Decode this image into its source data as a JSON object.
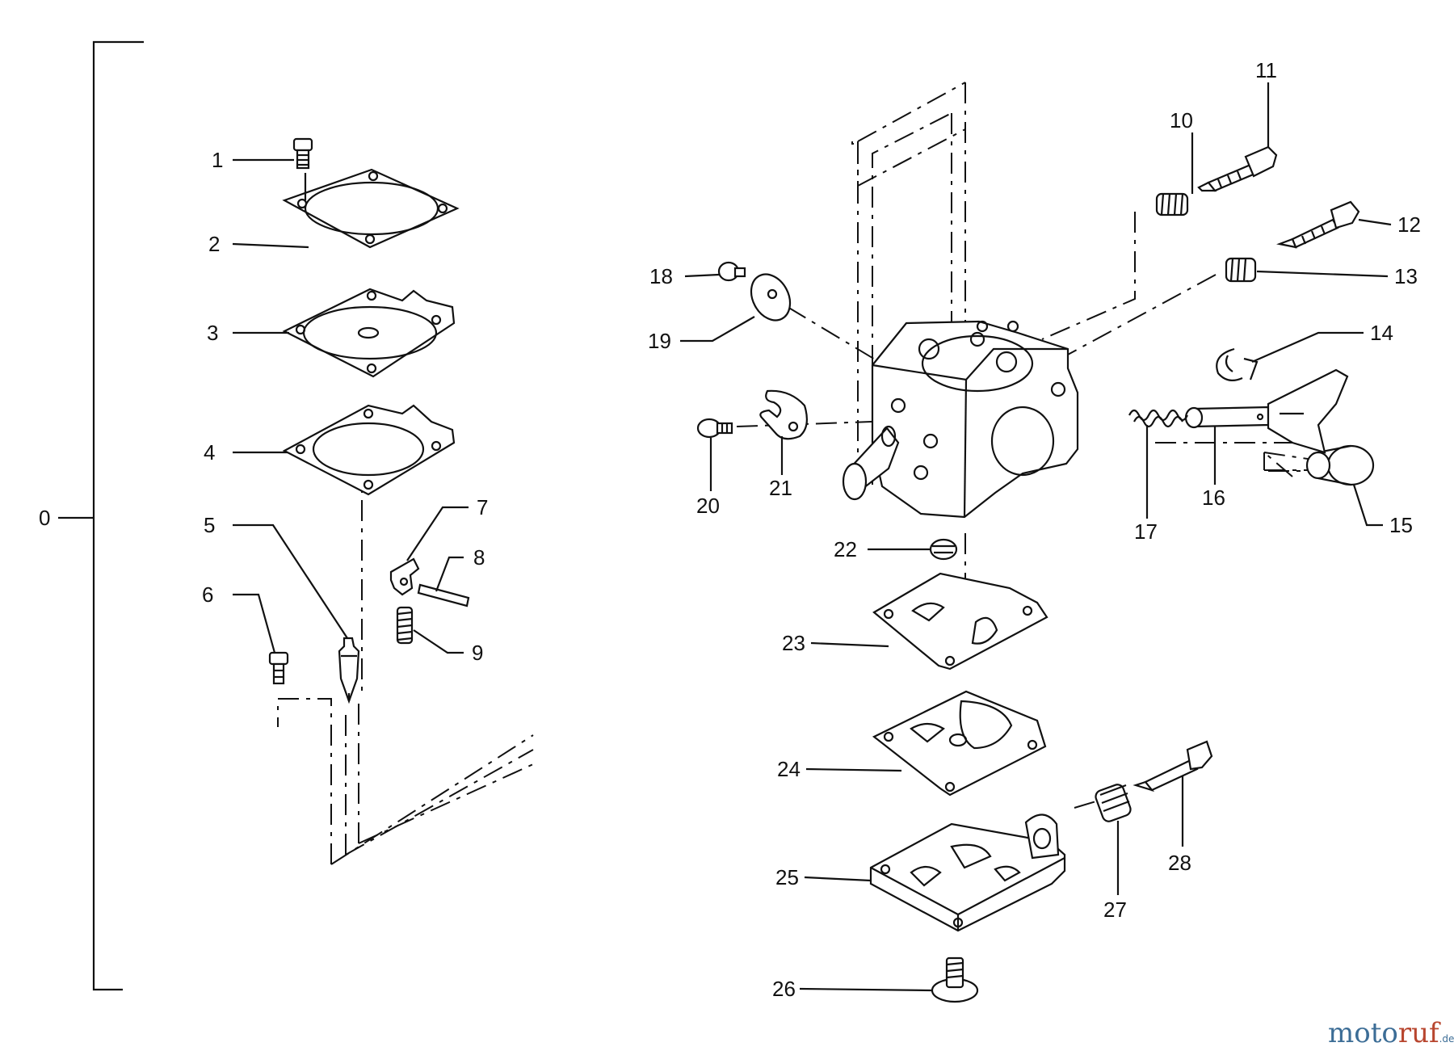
{
  "callouts": [
    {
      "id": "0",
      "label": "0"
    },
    {
      "id": "1",
      "label": "1"
    },
    {
      "id": "2",
      "label": "2"
    },
    {
      "id": "3",
      "label": "3"
    },
    {
      "id": "4",
      "label": "4"
    },
    {
      "id": "5",
      "label": "5"
    },
    {
      "id": "6",
      "label": "6"
    },
    {
      "id": "7",
      "label": "7"
    },
    {
      "id": "8",
      "label": "8"
    },
    {
      "id": "9",
      "label": "9"
    },
    {
      "id": "10",
      "label": "10"
    },
    {
      "id": "11",
      "label": "11"
    },
    {
      "id": "12",
      "label": "12"
    },
    {
      "id": "13",
      "label": "13"
    },
    {
      "id": "14",
      "label": "14"
    },
    {
      "id": "15",
      "label": "15"
    },
    {
      "id": "16",
      "label": "16"
    },
    {
      "id": "17",
      "label": "17"
    },
    {
      "id": "18",
      "label": "18"
    },
    {
      "id": "19",
      "label": "19"
    },
    {
      "id": "20",
      "label": "20"
    },
    {
      "id": "21",
      "label": "21"
    },
    {
      "id": "22",
      "label": "22"
    },
    {
      "id": "23",
      "label": "23"
    },
    {
      "id": "24",
      "label": "24"
    },
    {
      "id": "25",
      "label": "25"
    },
    {
      "id": "26",
      "label": "26"
    },
    {
      "id": "27",
      "label": "27"
    },
    {
      "id": "28",
      "label": "28"
    }
  ],
  "watermark": {
    "part1": "moto",
    "part2": "ruf",
    "suffix": ".de"
  },
  "colors": {
    "ink": "#111111",
    "watermark_blue": "#3c6d96",
    "watermark_red": "#b8462f"
  }
}
